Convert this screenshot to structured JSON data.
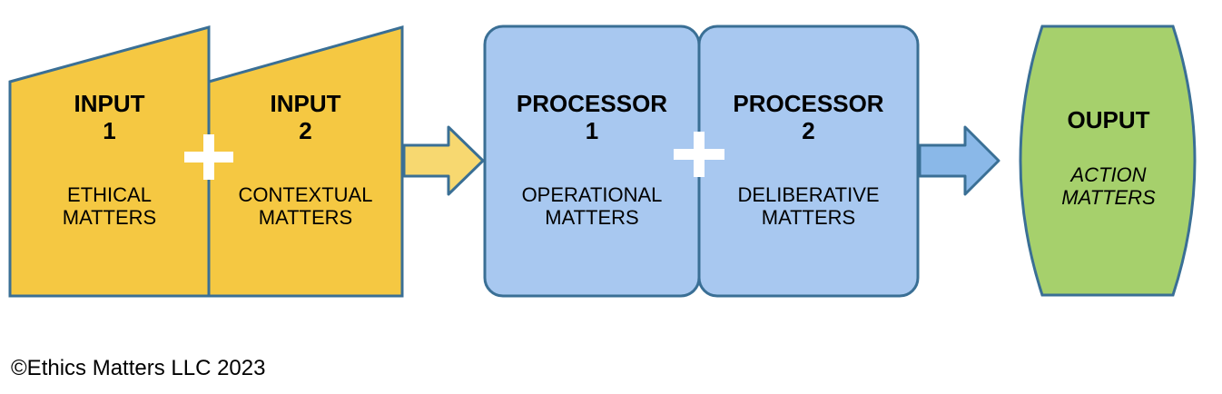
{
  "colors": {
    "input_fill": "#f5c842",
    "processor_fill": "#a8c8f0",
    "output_fill": "#a6d06c",
    "stroke": "#3a6f95",
    "arrow_input": "#f7d870",
    "arrow_processor": "#8ab8e8"
  },
  "input1": {
    "title_line1": "INPUT",
    "title_line2": "1",
    "sub_line1": "ETHICAL",
    "sub_line2": "MATTERS"
  },
  "input2": {
    "title_line1": "INPUT",
    "title_line2": "2",
    "sub_line1": "CONTEXTUAL",
    "sub_line2": "MATTERS"
  },
  "processor1": {
    "title_line1": "PROCESSOR",
    "title_line2": "1",
    "sub_line1": "OPERATIONAL",
    "sub_line2": "MATTERS"
  },
  "processor2": {
    "title_line1": "PROCESSOR",
    "title_line2": "2",
    "sub_line1": "DELIBERATIVE",
    "sub_line2": "MATTERS"
  },
  "output": {
    "title": "OUPUT",
    "sub_line1": "ACTION",
    "sub_line2": "MATTERS"
  },
  "copyright": "©Ethics Matters LLC 2023"
}
